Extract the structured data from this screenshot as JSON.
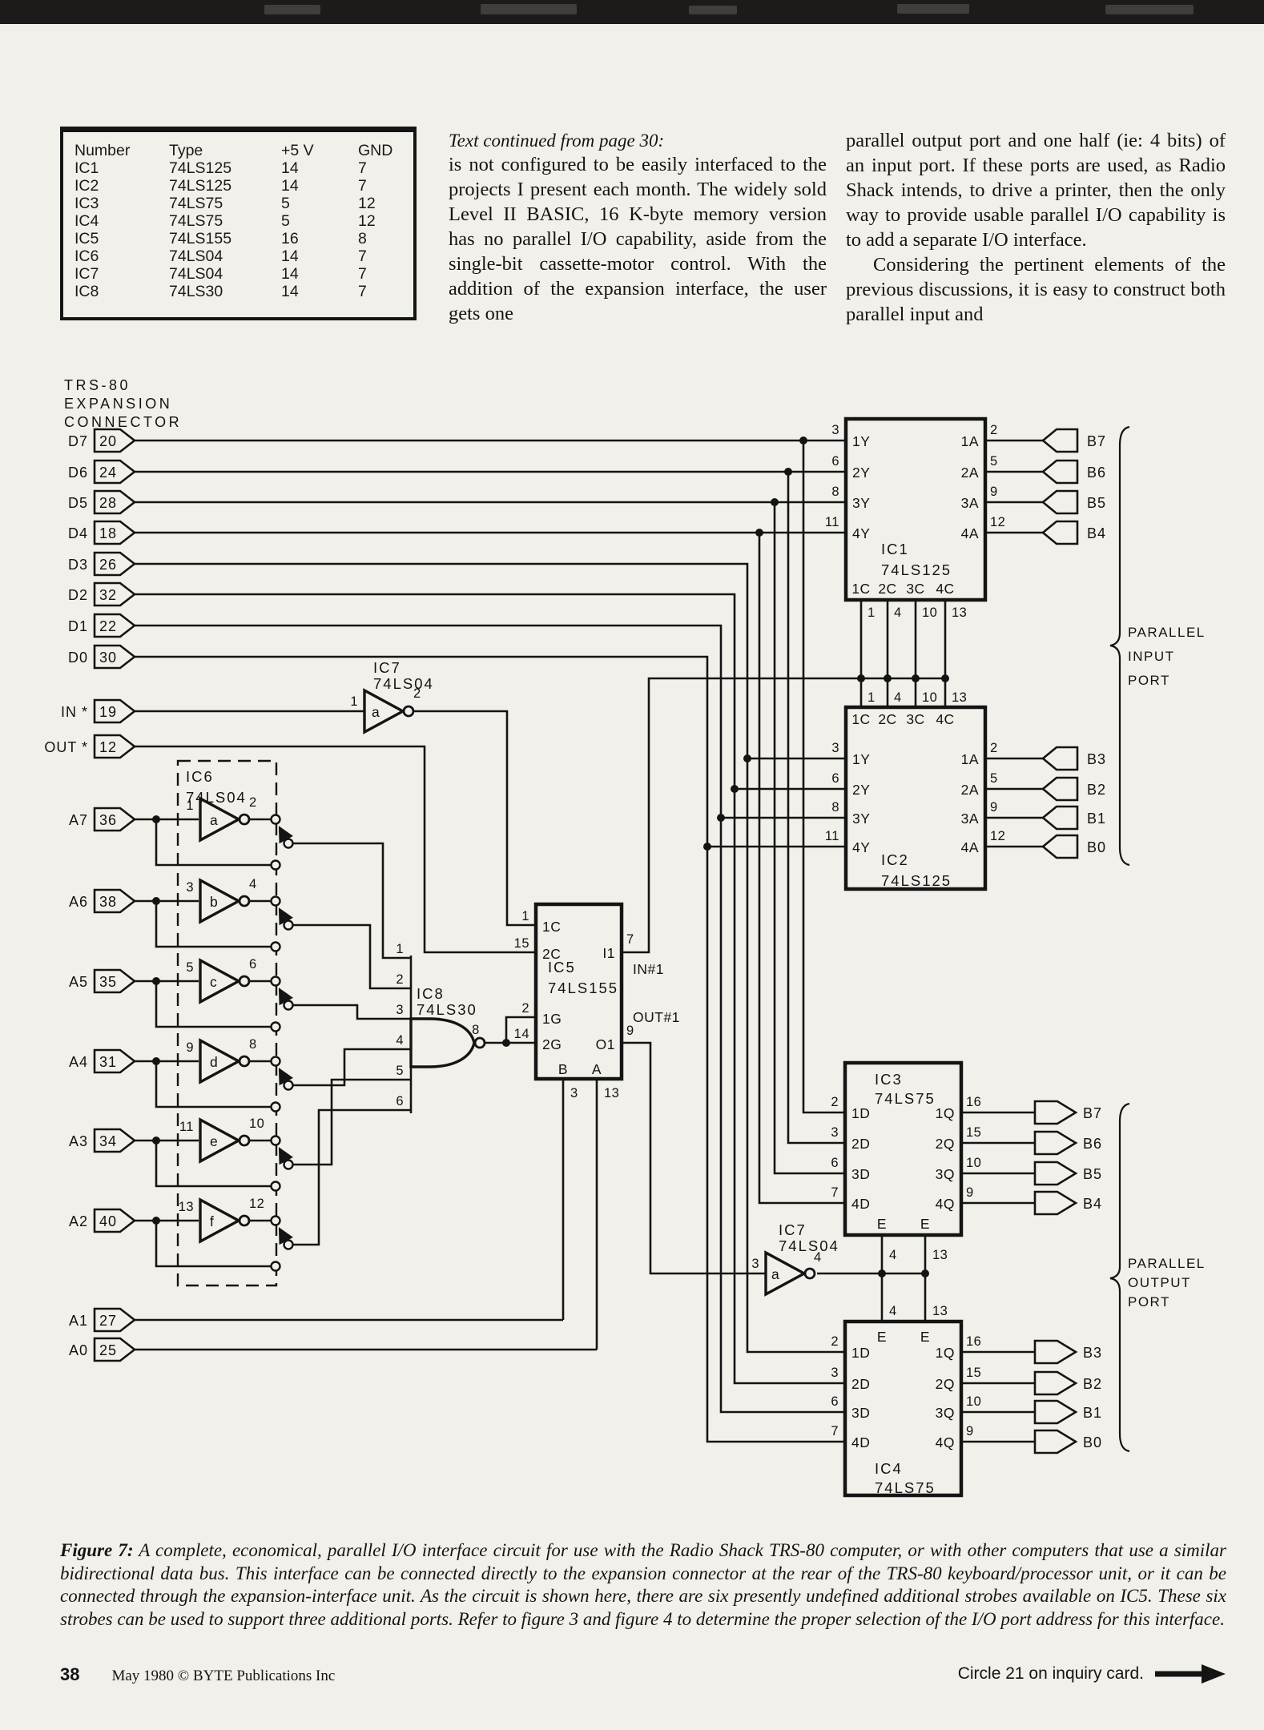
{
  "ic_table": {
    "headers": [
      "Number",
      "Type",
      "+5 V",
      "GND"
    ],
    "rows": [
      [
        "IC1",
        "74LS125",
        "14",
        "7"
      ],
      [
        "IC2",
        "74LS125",
        "14",
        "7"
      ],
      [
        "IC3",
        "74LS75",
        "5",
        "12"
      ],
      [
        "IC4",
        "74LS75",
        "5",
        "12"
      ],
      [
        "IC5",
        "74LS155",
        "16",
        "8"
      ],
      [
        "IC6",
        "74LS04",
        "14",
        "7"
      ],
      [
        "IC7",
        "74LS04",
        "14",
        "7"
      ],
      [
        "IC8",
        "74LS30",
        "14",
        "7"
      ]
    ]
  },
  "article": {
    "continued_note": "Text continued from page 30:",
    "col1": "is not configured to be easily interfaced to the projects I present each month. The widely sold Level II BASIC, 16 K-byte memory version has no parallel I/O capability, aside from the single-bit cassette-motor control. With the addition of the expansion interface, the user gets one",
    "col2_p1": "parallel output port and one half (ie: 4 bits) of an input port. If these ports are used, as Radio Shack intends, to drive a printer, then the only way to provide usable parallel I/O capability is to add a separate I/O interface.",
    "col2_p2": "Considering the pertinent elements of the previous discussions, it is easy to construct both parallel input and"
  },
  "caption": {
    "lead": "Figure 7:",
    "body": "A complete, economical, parallel  I/O interface circuit for use with the Radio Shack TRS-80 computer, or with other computers that use a similar bidirectional data bus. This interface can be connected directly to the expansion connector at the rear of the TRS-80 keyboard/processor unit, or it can be connected through the expansion-interface unit. As the circuit is shown here, there are six presently undefined  additional strobes available on IC5. These six strobes can be used to support three additional ports. Refer to figure 3 and figure 4 to determine the proper selection of the I/O port address for this interface."
  },
  "footer": {
    "page_num": "38",
    "credit": "May 1980 © BYTE Publications Inc",
    "inquiry": "Circle 21 on inquiry card.",
    "arrow_icon": "right-arrow"
  },
  "diagram": {
    "title": [
      "TRS-80",
      "EXPANSION",
      "CONNECTOR"
    ],
    "connectors": {
      "d7": [
        "D7",
        "20"
      ],
      "d6": [
        "D6",
        "24"
      ],
      "d5": [
        "D5",
        "28"
      ],
      "d4": [
        "D4",
        "18"
      ],
      "d3": [
        "D3",
        "26"
      ],
      "d2": [
        "D2",
        "32"
      ],
      "d1": [
        "D1",
        "22"
      ],
      "d0": [
        "D0",
        "30"
      ],
      "in": [
        "IN *",
        "19"
      ],
      "out": [
        "OUT *",
        "12"
      ],
      "a7": [
        "A7",
        "36"
      ],
      "a6": [
        "A6",
        "38"
      ],
      "a5": [
        "A5",
        "35"
      ],
      "a4": [
        "A4",
        "31"
      ],
      "a3": [
        "A3",
        "34"
      ],
      "a2": [
        "A2",
        "40"
      ],
      "a1": [
        "A1",
        "27"
      ],
      "a0": [
        "A0",
        "25"
      ]
    },
    "input_port": [
      "PARALLEL",
      "INPUT",
      "PORT"
    ],
    "output_port": [
      "PARALLEL",
      "OUTPUT",
      "PORT"
    ],
    "b_in": [
      "B7",
      "B6",
      "B5",
      "B4",
      "B3",
      "B2",
      "B1",
      "B0"
    ],
    "b_out": [
      "B7",
      "B6",
      "B5",
      "B4",
      "B3",
      "B2",
      "B1",
      "B0"
    ],
    "ic1": {
      "name": "IC1",
      "type": "74LS125",
      "left": [
        [
          "1Y",
          "3"
        ],
        [
          "2Y",
          "6"
        ],
        [
          "3Y",
          "8"
        ],
        [
          "4Y",
          "11"
        ]
      ],
      "right": [
        [
          "1A",
          "2"
        ],
        [
          "2A",
          "5"
        ],
        [
          "3A",
          "9"
        ],
        [
          "4A",
          "12"
        ]
      ],
      "ctl": [
        [
          "1C",
          "1"
        ],
        [
          "2C",
          "4"
        ],
        [
          "3C",
          "10"
        ],
        [
          "4C",
          "13"
        ]
      ]
    },
    "ic2": {
      "name": "IC2",
      "type": "74LS125",
      "left": [
        [
          "1Y",
          "3"
        ],
        [
          "2Y",
          "6"
        ],
        [
          "3Y",
          "8"
        ],
        [
          "4Y",
          "11"
        ]
      ],
      "right": [
        [
          "1A",
          "2"
        ],
        [
          "2A",
          "5"
        ],
        [
          "3A",
          "9"
        ],
        [
          "4A",
          "12"
        ]
      ],
      "ctl": [
        [
          "1C",
          "1"
        ],
        [
          "2C",
          "4"
        ],
        [
          "3C",
          "10"
        ],
        [
          "4C",
          "13"
        ]
      ]
    },
    "ic3": {
      "name": "IC3",
      "type": "74LS75",
      "left": [
        [
          "1D",
          "2"
        ],
        [
          "2D",
          "3"
        ],
        [
          "3D",
          "6"
        ],
        [
          "4D",
          "7"
        ]
      ],
      "right": [
        [
          "1Q",
          "16"
        ],
        [
          "2Q",
          "15"
        ],
        [
          "3Q",
          "10"
        ],
        [
          "4Q",
          "9"
        ]
      ],
      "enable": [
        [
          "E",
          "4"
        ],
        [
          "E",
          "13"
        ]
      ]
    },
    "ic4": {
      "name": "IC4",
      "type": "74LS75",
      "left": [
        [
          "1D",
          "2"
        ],
        [
          "2D",
          "3"
        ],
        [
          "3D",
          "6"
        ],
        [
          "4D",
          "7"
        ]
      ],
      "right": [
        [
          "1Q",
          "16"
        ],
        [
          "2Q",
          "15"
        ],
        [
          "3Q",
          "10"
        ],
        [
          "4Q",
          "9"
        ]
      ],
      "enable": [
        [
          "E",
          "4"
        ],
        [
          "E",
          "13"
        ]
      ]
    },
    "ic5": {
      "name": "IC5",
      "type": "74LS155",
      "left": [
        [
          "1C",
          "1"
        ],
        [
          "2C",
          "15"
        ],
        [
          "1G",
          "2"
        ],
        [
          "2G",
          "14"
        ]
      ],
      "right": [
        [
          "I1",
          "7"
        ],
        [
          "O1",
          "9"
        ]
      ],
      "strobes": [
        "IN#1",
        "OUT#1"
      ],
      "bottom": [
        [
          "B",
          "3"
        ],
        [
          "A",
          "13"
        ]
      ]
    },
    "ic6": {
      "name": "IC6",
      "type": "74LS04",
      "gates": [
        [
          "a",
          "1",
          "2"
        ],
        [
          "b",
          "3",
          "4"
        ],
        [
          "c",
          "5",
          "6"
        ],
        [
          "d",
          "9",
          "8"
        ],
        [
          "e",
          "11",
          "10"
        ],
        [
          "f",
          "13",
          "12"
        ]
      ]
    },
    "ic7a": {
      "name": "IC7",
      "type": "74LS04",
      "gate": [
        "a",
        "1",
        "2"
      ]
    },
    "ic7b": {
      "name": "IC7",
      "type": "74LS04",
      "gate": [
        "a",
        "3",
        "4"
      ]
    },
    "ic8": {
      "name": "IC8",
      "type": "74LS30",
      "inputs": [
        "1",
        "2",
        "3",
        "4",
        "5",
        "6"
      ],
      "output": "8"
    }
  }
}
